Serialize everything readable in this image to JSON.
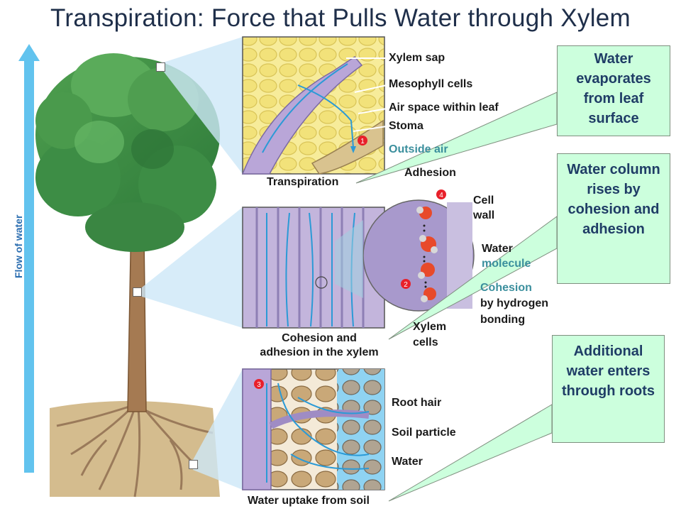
{
  "title": "Transpiration: Force that Pulls Water through Xylem",
  "flow_label": "Flow of water",
  "leaf_labels": {
    "xylem_sap": "Xylem sap",
    "mesophyll": "Mesophyll cells",
    "air_space": "Air space within leaf",
    "stoma": "Stoma",
    "outside_air": "Outside air",
    "caption": "Transpiration"
  },
  "stem_labels": {
    "adhesion": "Adhesion",
    "cell_wall_1": "Cell",
    "cell_wall_2": "wall",
    "water_molecule_1": "Water",
    "water_molecule_2": "molecule",
    "cohesion_1": "Cohesion",
    "cohesion_2": "by hydrogen",
    "cohesion_3": "bonding",
    "xylem_cells_1": "Xylem",
    "xylem_cells_2": "cells",
    "caption_1": "Cohesion and",
    "caption_2": "adhesion in the xylem"
  },
  "root_labels": {
    "root_hair": "Root hair",
    "soil_particle": "Soil particle",
    "water": "Water",
    "caption": "Water uptake from soil"
  },
  "step_numbers": [
    "1",
    "2",
    "3",
    "4"
  ],
  "callouts": [
    "Water evaporates from leaf surface",
    "Water column rises by cohesion and adhesion",
    "Additional water enters through roots"
  ],
  "colors": {
    "callout_fill": "#ccffdd",
    "flow_arrow": "#62c3ee",
    "title": "#1f2f4a",
    "xylem": "#9b8bc0",
    "step_badge": "#e8202a"
  }
}
